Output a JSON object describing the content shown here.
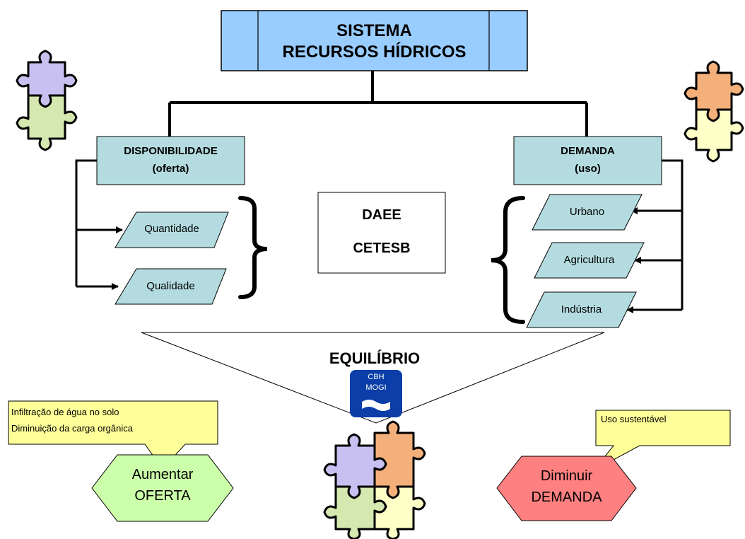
{
  "title_box": {
    "line1": "SISTEMA",
    "line2": "RECURSOS HÍDRICOS"
  },
  "supply": {
    "line1": "DISPONIBILIDADE",
    "line2": "(oferta)",
    "items": [
      "Quantidade",
      "Qualidade"
    ]
  },
  "demand": {
    "line1": "DEMANDA",
    "line2": "(uso)",
    "items": [
      "Urbano",
      "Agricultura",
      "Indústria"
    ]
  },
  "agencies": {
    "line1": "DAEE",
    "line2": "CETESB"
  },
  "balance_label": "EQUILÍBRIO",
  "logo": {
    "line1": "CBH",
    "line2": "MOGI"
  },
  "callout_left": {
    "line1": "Infiltração de água no solo",
    "line2": "Diminuição da carga orgânica"
  },
  "callout_right": {
    "text": "Uso sustentável"
  },
  "action_left": {
    "line1": "Aumentar",
    "line2": "OFERTA"
  },
  "action_right": {
    "line1": "Diminuir",
    "line2": "DEMANDA"
  },
  "colors": {
    "title_fill": "#99ccff",
    "box_fill": "#b4dce0",
    "callout_fill": "#ffff99",
    "action_left_fill": "#ccffaa",
    "action_right_fill": "#ff8080",
    "logo_fill": "#0b3ea8"
  }
}
